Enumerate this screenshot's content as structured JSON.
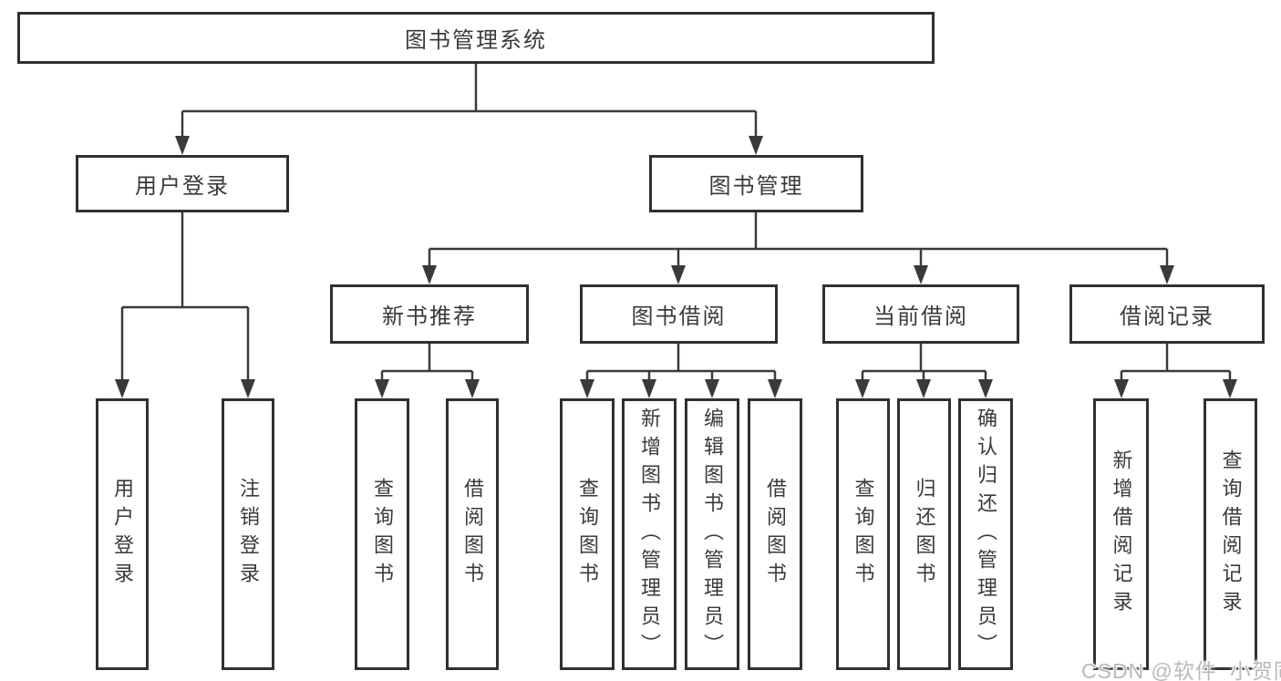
{
  "title": "图书管理系统",
  "watermark": "CSDN @软件_小贺同学",
  "colors": {
    "background": "#ffffff",
    "box_border": "#303030",
    "connector_line": "#3a3a3a",
    "text": "#3a3a3a",
    "watermark_text": "#b9b9b9"
  },
  "nodes": {
    "root": "图书管理系统",
    "user_login": "用户登录",
    "book_management": "图书管理",
    "new_book_recommend": "新书推荐",
    "book_borrow": "图书借阅",
    "current_borrow": "当前借阅",
    "borrow_records": "借阅记录",
    "leaf_user_login": "用户登录",
    "leaf_logout": "注销登录",
    "leaf_query_book_1": "查询图书",
    "leaf_borrow_book_1": "借阅图书",
    "leaf_query_book_2": "查询图书",
    "leaf_add_book_admin": "新增图书（管理员）",
    "leaf_edit_book_admin": "编辑图书（管理员）",
    "leaf_borrow_book_2": "借阅图书",
    "leaf_query_book_3": "查询图书",
    "leaf_return_book": "归还图书",
    "leaf_confirm_return_admin": "确认归还（管理员）",
    "leaf_add_borrow_record": "新增借阅记录",
    "leaf_query_borrow_record": "查询借阅记录"
  },
  "hierarchy": {
    "图书管理系统": {
      "用户登录": [
        "用户登录",
        "注销登录"
      ],
      "图书管理": {
        "新书推荐": [
          "查询图书",
          "借阅图书"
        ],
        "图书借阅": [
          "查询图书",
          "新增图书（管理员）",
          "编辑图书（管理员）",
          "借阅图书"
        ],
        "当前借阅": [
          "查询图书",
          "归还图书",
          "确认归还（管理员）"
        ],
        "借阅记录": [
          "新增借阅记录",
          "查询借阅记录"
        ]
      }
    }
  }
}
